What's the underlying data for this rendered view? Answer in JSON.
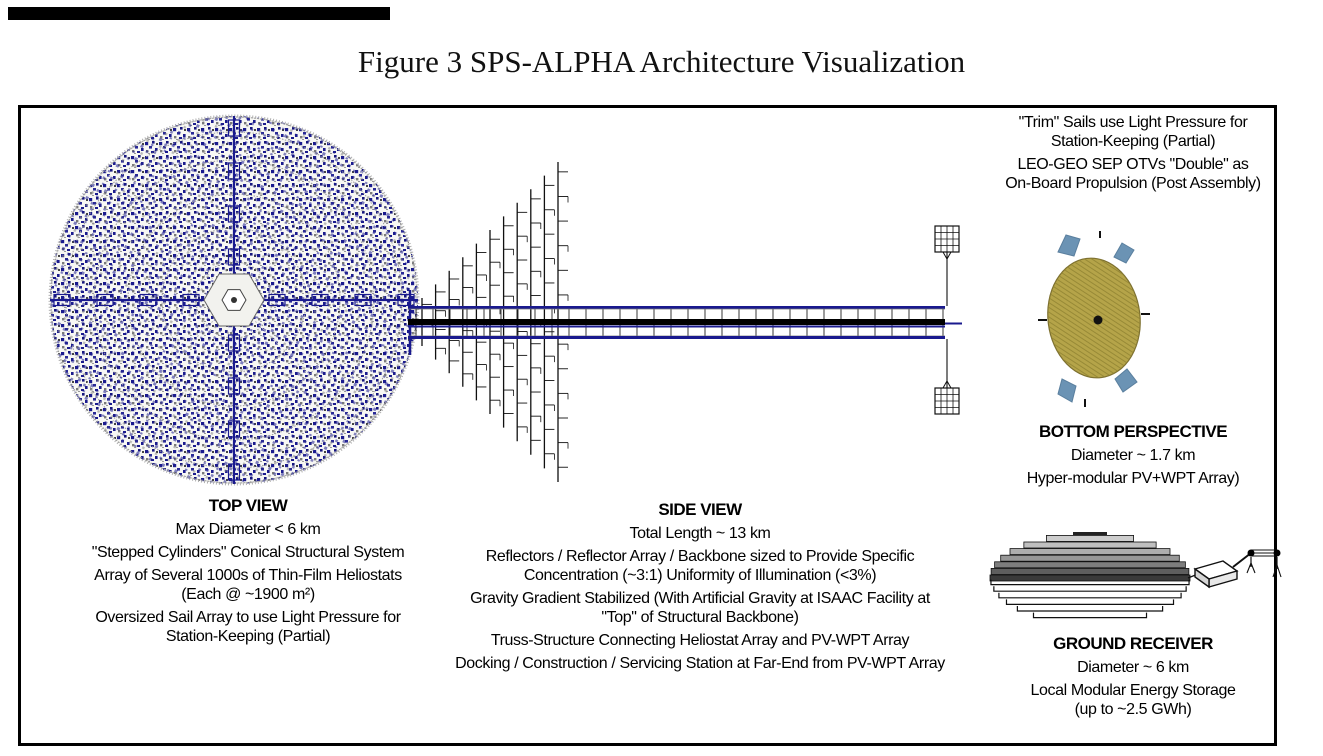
{
  "figure": {
    "title": "Figure 3 SPS-ALPHA Architecture Visualization"
  },
  "top_view": {
    "heading": "TOP VIEW",
    "lines": [
      "Max Diameter < 6 km",
      "\"Stepped Cylinders\" Conical Structural System",
      "Array of Several 1000s of Thin-Film Heliostats",
      "(Each @ ~1900 m²)",
      "Oversized Sail Array to use Light Pressure for",
      "Station-Keeping (Partial)"
    ]
  },
  "side_view": {
    "heading": "SIDE VIEW",
    "lines": [
      "Total Length ~ 13 km",
      "Reflectors / Reflector Array / Backbone sized to Provide Specific",
      "Concentration (~3:1) Uniformity of Illumination (<3%)",
      "Gravity Gradient Stabilized (With Artificial Gravity at ISAAC Facility at",
      "\"Top\" of Structural Backbone)",
      "Truss-Structure Connecting Heliostat Array and PV-WPT Array",
      "Docking / Construction / Servicing Station at Far-End from PV-WPT Array"
    ]
  },
  "sails_note": {
    "lines": [
      "\"Trim\" Sails use Light Pressure for",
      "Station-Keeping (Partial)",
      "LEO-GEO SEP OTVs \"Double\" as",
      "On-Board Propulsion (Post Assembly)"
    ]
  },
  "bottom_perspective": {
    "heading": "BOTTOM PERSPECTIVE",
    "lines": [
      "Diameter ~ 1.7 km",
      "Hyper-modular PV+WPT Array)"
    ]
  },
  "ground_receiver": {
    "heading": "GROUND RECEIVER",
    "lines": [
      "Diameter ~ 6 km",
      "Local Modular Energy Storage",
      "(up to ~2.5 GWh)"
    ]
  },
  "colors": {
    "navy": "#1a1a8e",
    "navy_dark": "#15157e",
    "disk_gold": "#b5a449",
    "disk_gold_edge": "#7d7030",
    "sail_blue": "#6b93b4",
    "line_black": "#101010"
  }
}
